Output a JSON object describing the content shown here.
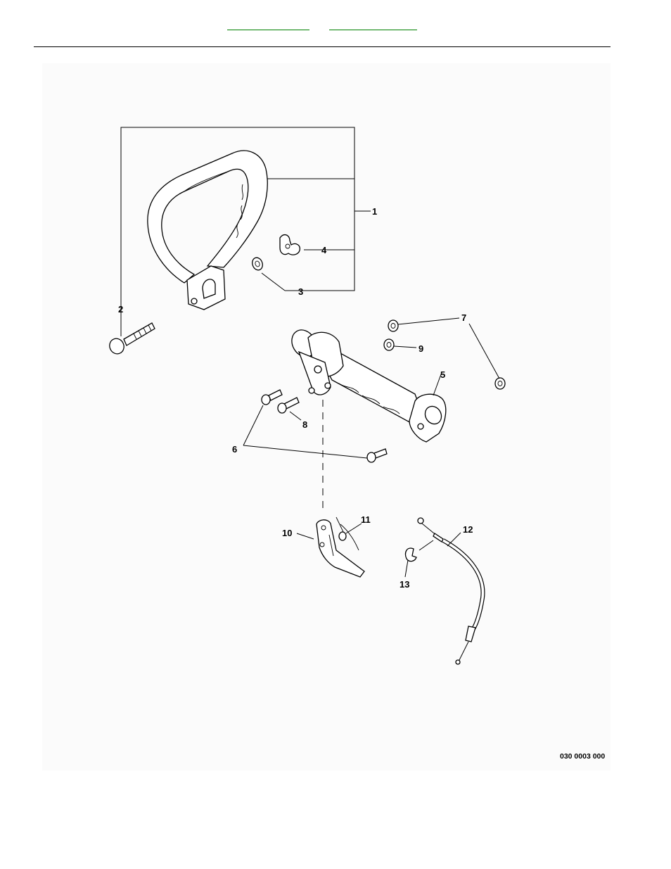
{
  "header": {
    "link_color": "#008000"
  },
  "callouts": [
    {
      "id": "1",
      "label": "1"
    },
    {
      "id": "2",
      "label": "2"
    },
    {
      "id": "3",
      "label": "3"
    },
    {
      "id": "4",
      "label": "4"
    },
    {
      "id": "5",
      "label": "5"
    },
    {
      "id": "6",
      "label": "6"
    },
    {
      "id": "7",
      "label": "7"
    },
    {
      "id": "8",
      "label": "8"
    },
    {
      "id": "9",
      "label": "9"
    },
    {
      "id": "10",
      "label": "10"
    },
    {
      "id": "11",
      "label": "11"
    },
    {
      "id": "12",
      "label": "12"
    },
    {
      "id": "13",
      "label": "13"
    }
  ],
  "diagram": {
    "code": "030 0003 000"
  }
}
